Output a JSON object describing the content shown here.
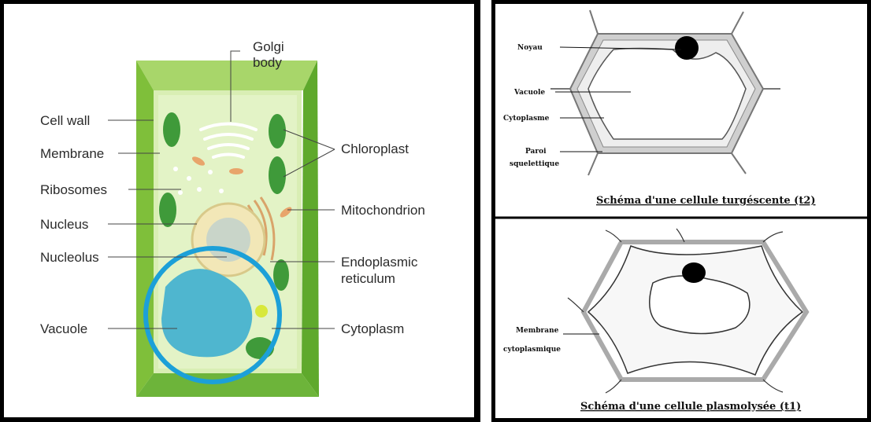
{
  "left_diagram": {
    "labels": {
      "golgi": [
        "Golgi",
        "body"
      ],
      "cell_wall": "Cell wall",
      "membrane": "Membrane",
      "ribosomes": "Ribosomes",
      "nucleus": "Nucleus",
      "nucleolus": "Nucleolus",
      "vacuole": "Vacuole",
      "chloroplast": "Chloroplast",
      "mitochondrion": "Mitochondrion",
      "er": [
        "Endoplasmic",
        "reticulum"
      ],
      "cytoplasm": "Cytoplasm"
    },
    "colors": {
      "wall": "#8cc63f",
      "cytoplasm": "#d6ecb0",
      "vacuole": "#4fb6cf",
      "highlight_circle": "#1ca0d8",
      "chloroplast": "#3f9a3a"
    }
  },
  "right_top": {
    "labels": {
      "noyau": "Noyau",
      "vacuole": "Vacuole",
      "cytoplasme": "Cytoplasme",
      "paroi": [
        "Paroi",
        "squelettique"
      ]
    },
    "caption": "Schéma d'une cellule turgéscente (t2)"
  },
  "right_bottom": {
    "labels": {
      "membrane": [
        "Membrane",
        "cytoplasmique"
      ]
    },
    "caption": "Schéma d'une cellule plasmolysée (t1)"
  }
}
